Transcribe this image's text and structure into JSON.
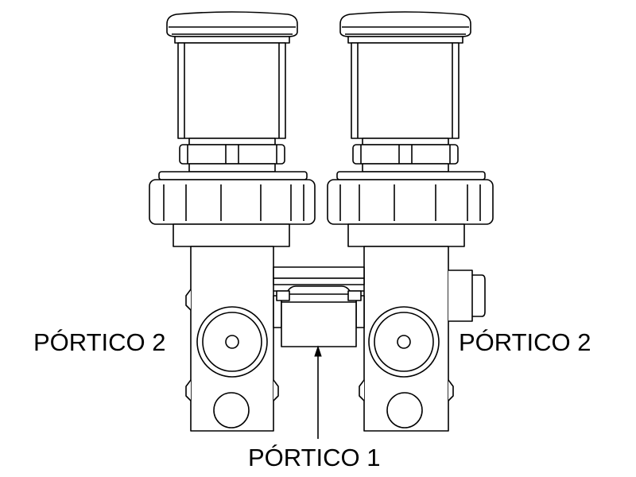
{
  "labels": {
    "port_left": "PÓRTICO 2",
    "port_right": "PÓRTICO 2",
    "port_bottom": "PÓRTICO 1"
  },
  "colors": {
    "line": "#000000",
    "background": "#ffffff"
  }
}
